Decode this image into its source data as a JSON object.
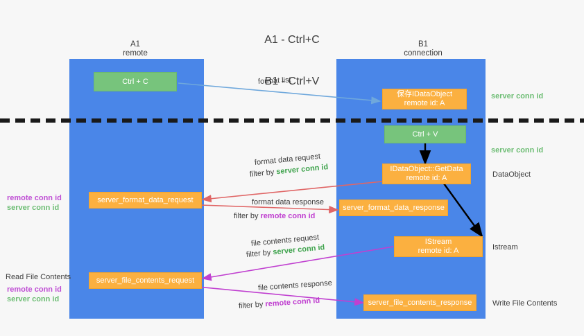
{
  "title": {
    "line1": "A1 - Ctrl+C",
    "line2": "B1 - Ctrl+V"
  },
  "lanes": [
    {
      "id": "a1",
      "title": "A1",
      "subtitle": "remote",
      "color": "#4a86e8"
    },
    {
      "id": "b1",
      "title": "B1",
      "subtitle": "connection",
      "color": "#4a86e8"
    }
  ],
  "colors": {
    "lane": "#4a86e8",
    "green_box": "#77c47c",
    "orange_box": "#fbb040",
    "green_text": "#3fa34d",
    "magenta_text": "#c040d0",
    "arrow_blue": "#6fa8dc",
    "arrow_red": "#e06666",
    "arrow_magenta": "#c040d0",
    "arrow_black": "#000000",
    "background": "#f7f7f7"
  },
  "boxes": {
    "ctrl_c": {
      "label": "Ctrl + C",
      "style": "green"
    },
    "save_idataobject": {
      "line1": "保存IDataObject",
      "line2": "remote id: A",
      "style": "orange"
    },
    "ctrl_v": {
      "label": "Ctrl + V",
      "style": "green"
    },
    "getdata": {
      "line1": "IDataObject::GetData",
      "line2": "remote id: A",
      "style": "orange"
    },
    "server_format_data_request": {
      "label": "server_format_data_request",
      "style": "orange"
    },
    "server_format_data_response": {
      "label": "server_format_data_response",
      "style": "orange"
    },
    "istream": {
      "line1": "IStream",
      "line2": "remote id: A",
      "style": "orange"
    },
    "server_file_contents_request": {
      "label": "server_file_contents_request",
      "style": "orange"
    },
    "server_file_contents_response": {
      "label": "server_file_contents_response",
      "style": "orange"
    }
  },
  "edge_labels": {
    "format_list": "format list",
    "format_data_request": "format data request",
    "format_data_request_filter_prefix": "filter by ",
    "format_data_request_filter_key": "server conn id",
    "format_data_response": "format data response",
    "format_data_response_filter_prefix": "filter by ",
    "format_data_response_filter_key": "remote conn id",
    "file_contents_request": "file contents request",
    "file_contents_request_filter_prefix": "filter by ",
    "file_contents_request_filter_key": "server conn id",
    "file_contents_response": "file contents response",
    "file_contents_response_filter_prefix": "filter by ",
    "file_contents_response_filter_key": "remote conn id"
  },
  "right_labels": {
    "server_conn_id_top": "server conn id",
    "server_conn_id_mid": "server conn id",
    "dataobject": "DataObject",
    "istream": "Istream",
    "write_file_contents": "Write File Contents"
  },
  "left_labels": {
    "remote_conn_id_1": "remote conn id",
    "server_conn_id_1": "server conn id",
    "read_file_contents": "Read File Contents",
    "remote_conn_id_2": "remote conn id",
    "server_conn_id_2": "server conn id"
  }
}
